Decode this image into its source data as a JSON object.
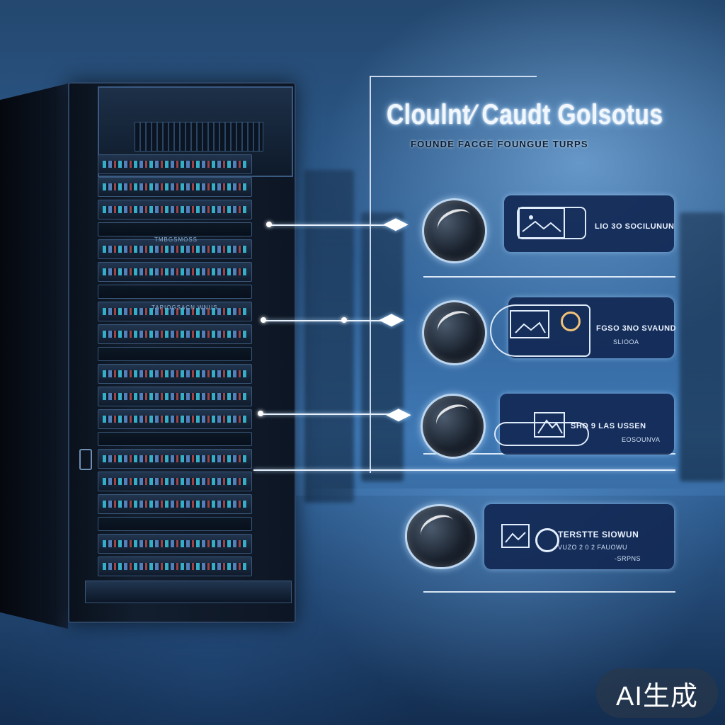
{
  "scene": {
    "title": "Cloulnt⁄ Caudt Golsotus",
    "subtitle": "FOUNDE FACGE FOUNGUE TURPS",
    "rack_labels": [
      "TMBGSMOSS",
      "TAPIOGSACN WNUS"
    ]
  },
  "nodes": [
    {
      "id": 1,
      "line1": "LIO 3O SOCILUNUN",
      "line2": ""
    },
    {
      "id": 2,
      "line1": "FGSO 3NO SVAUND",
      "line2": "SLIOOA"
    },
    {
      "id": 3,
      "line1": "SHO 9  LAS  USSEN",
      "line2": "EOSOUNVA"
    },
    {
      "id": 4,
      "line1": "TERSTTE  SIOWUN",
      "line2": "VUZO  2  0  2  FAUOWU",
      "line3": "-SRPNS"
    }
  ],
  "badge": {
    "label": "AI生成"
  },
  "colors": {
    "accent": "#e8f2ff",
    "card": "#122854",
    "ring": "#f0c27a"
  }
}
